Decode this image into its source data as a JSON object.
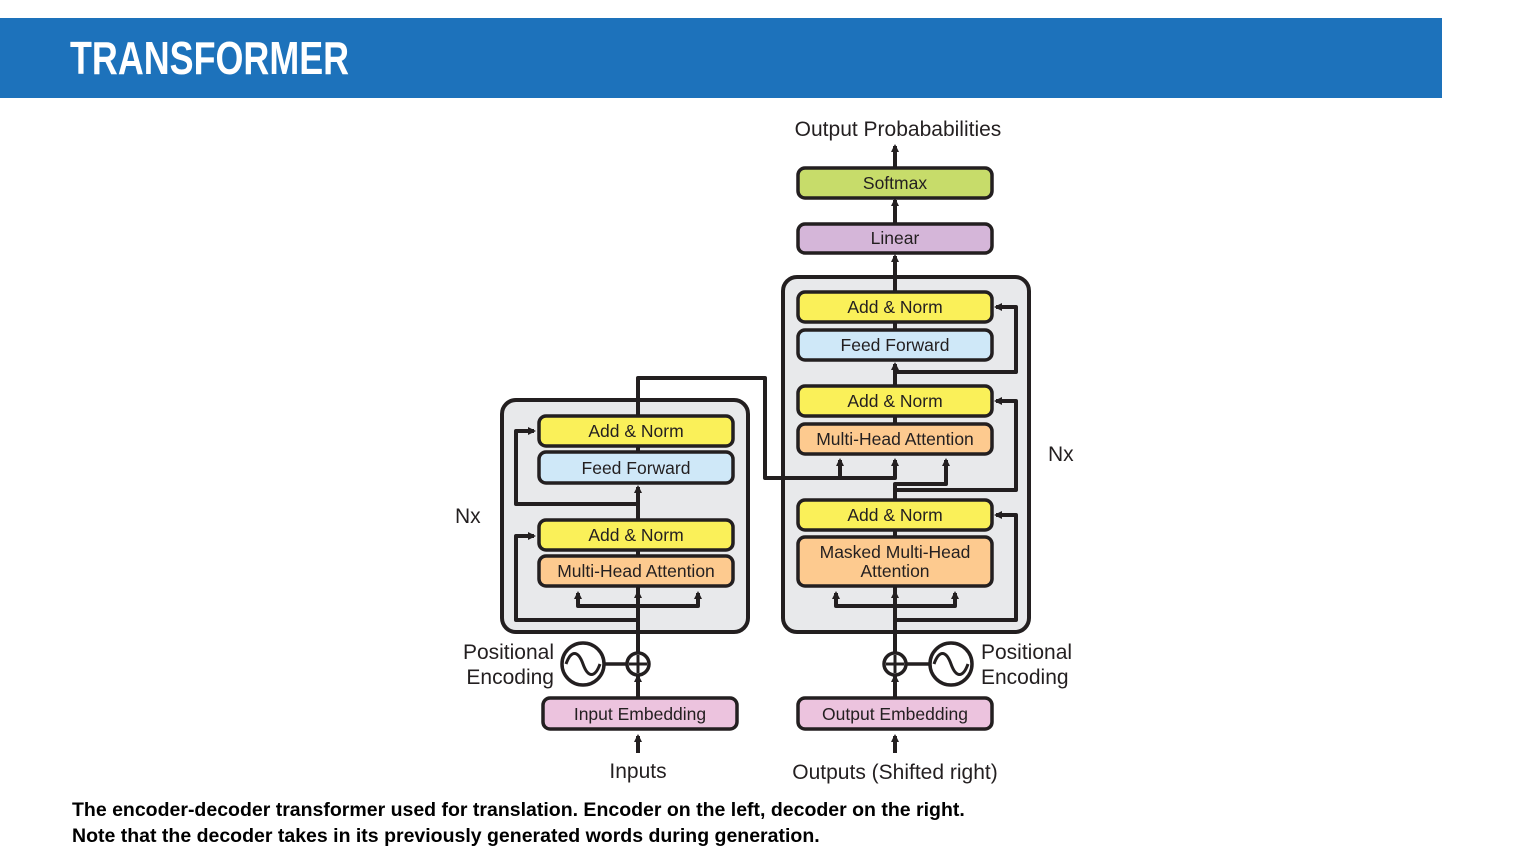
{
  "header": {
    "title": "TRANSFORMER"
  },
  "colors": {
    "header_bar": "#1d72bb",
    "add_norm": "#faf059",
    "feed_forward": "#cfe8f8",
    "attention": "#fdca8f",
    "softmax": "#c7dc6a",
    "linear": "#d5b6d9",
    "embedding": "#ecc3de",
    "stack_background": "#e8e9eb"
  },
  "diagram": {
    "encoder": {
      "repeat_label": "Nx",
      "add_norm_top": "Add & Norm",
      "feed_forward": "Feed Forward",
      "add_norm_bottom": "Add & Norm",
      "attention": "Multi-Head Attention",
      "embedding": "Input Embedding",
      "positional_encoding": [
        "Positional",
        "Encoding"
      ],
      "input_label": "Inputs"
    },
    "decoder": {
      "repeat_label": "Nx",
      "add_norm_top": "Add & Norm",
      "feed_forward": "Feed Forward",
      "add_norm_mid": "Add & Norm",
      "attention": "Multi-Head Attention",
      "add_norm_bottom": "Add & Norm",
      "masked_attention": [
        "Masked Multi-Head",
        "Attention"
      ],
      "embedding": "Output Embedding",
      "positional_encoding": [
        "Positional",
        "Encoding"
      ],
      "input_label": "Outputs (Shifted right)"
    },
    "head": {
      "linear": "Linear",
      "softmax": "Softmax",
      "output_label": "Output Probababilities"
    }
  },
  "caption": {
    "line1": "The encoder-decoder transformer used for translation. Encoder on the left, decoder on the right.",
    "line2": "Note that the decoder takes in its previously generated words during generation."
  }
}
